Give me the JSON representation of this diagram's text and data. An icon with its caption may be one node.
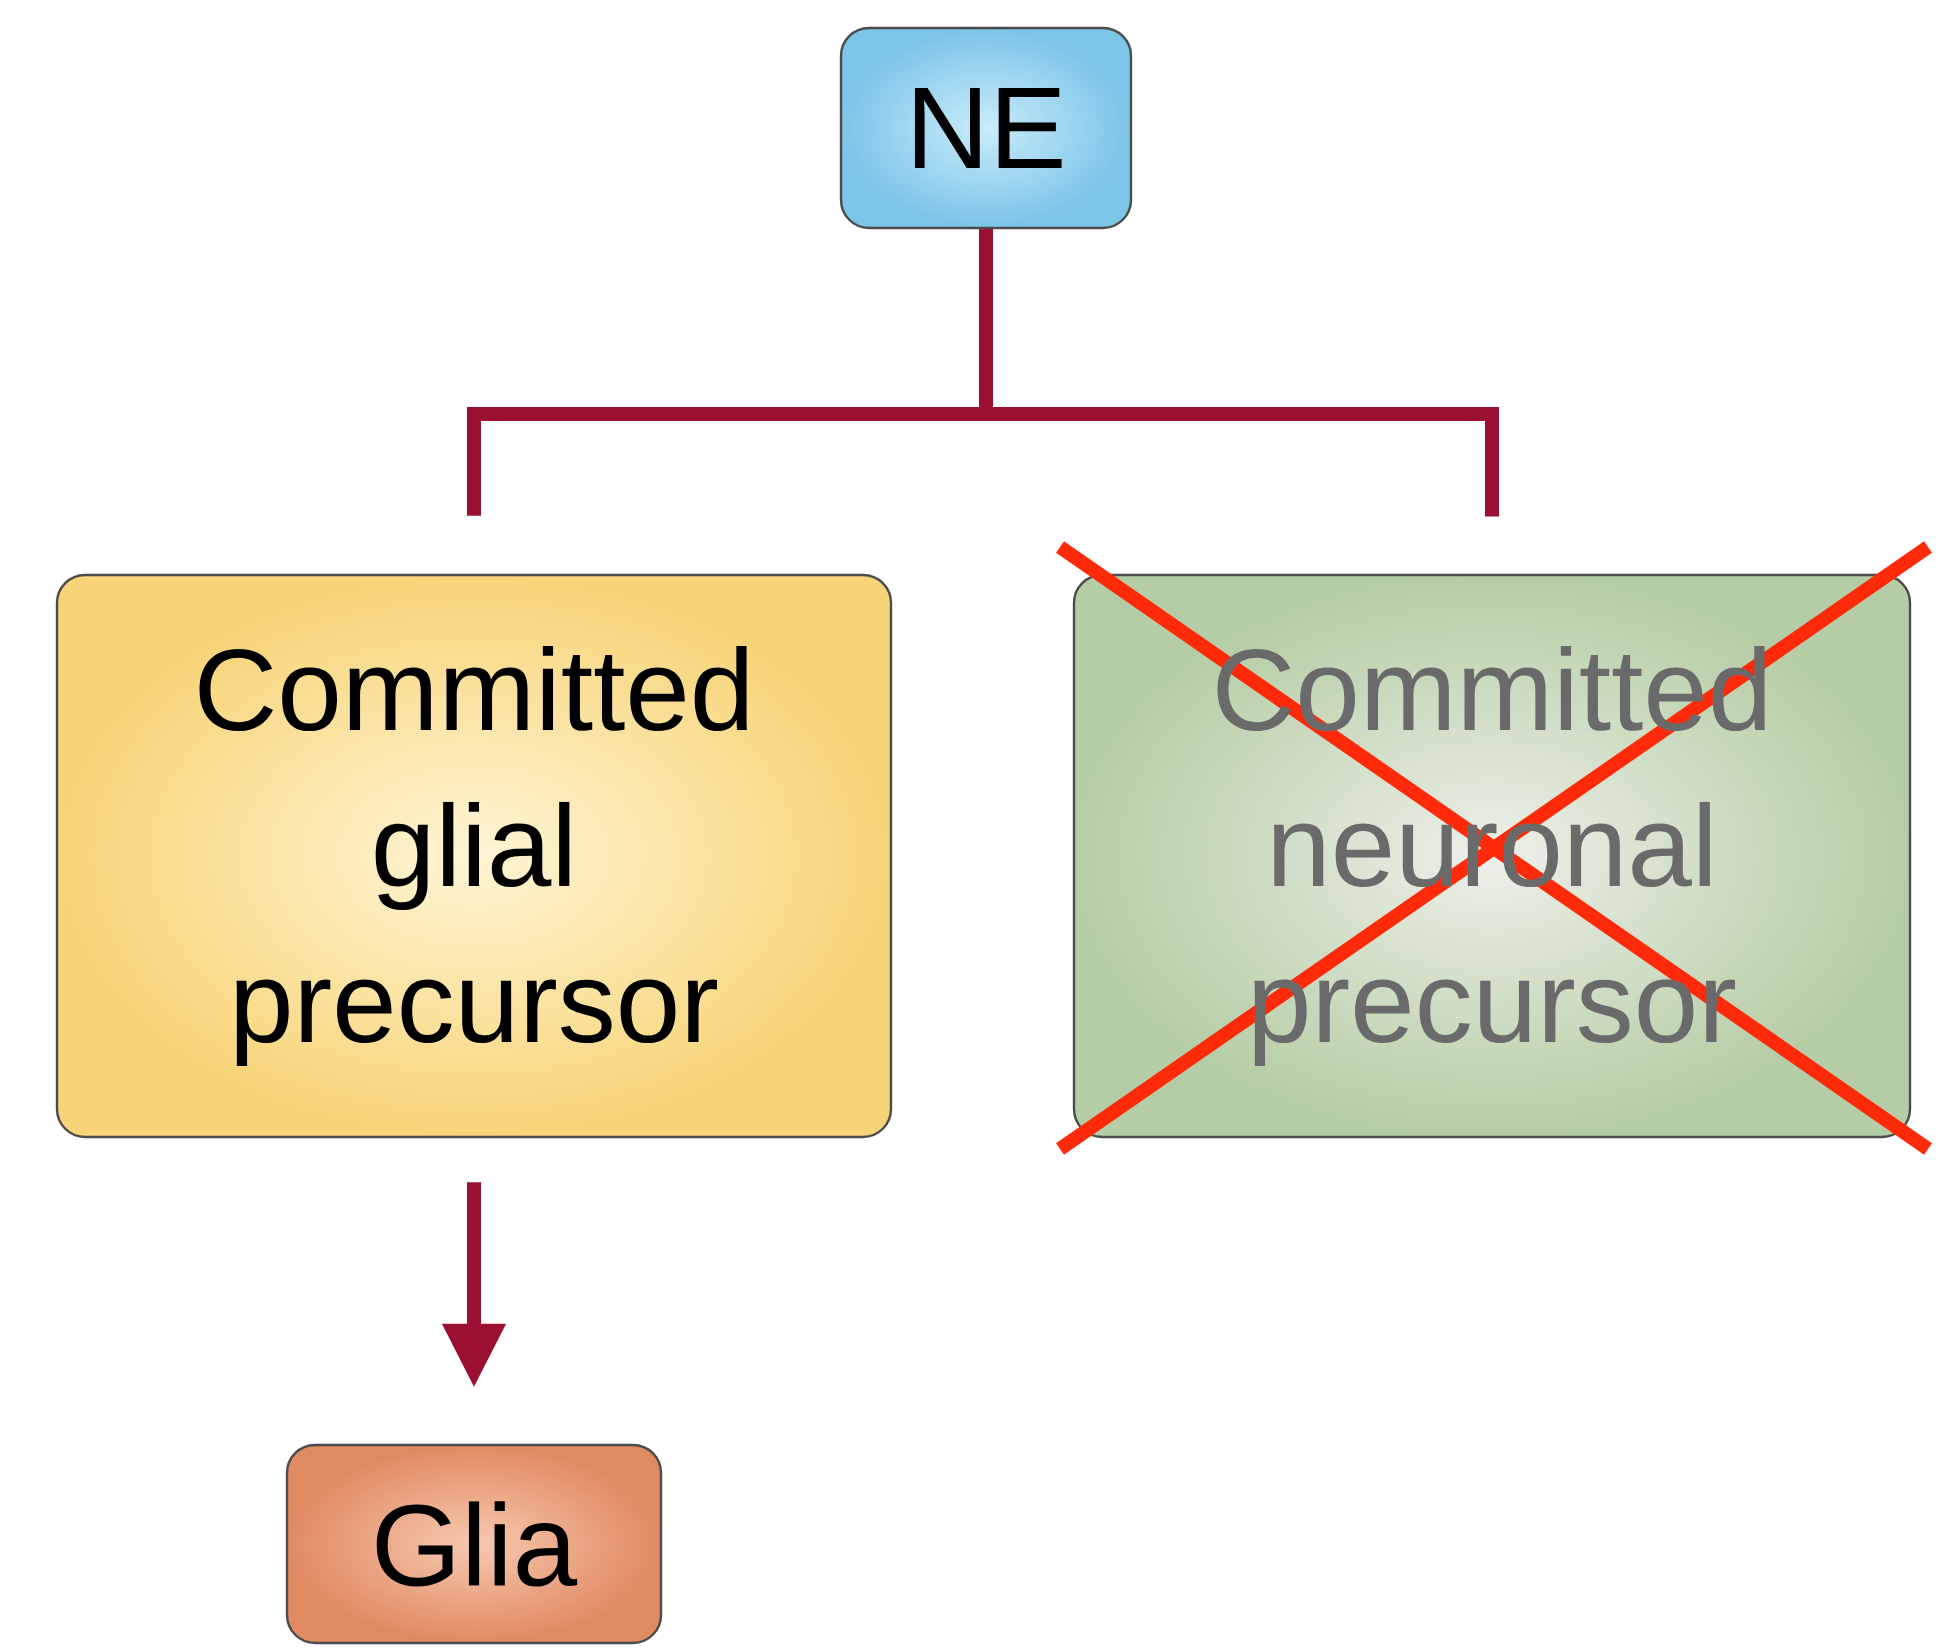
{
  "diagram": {
    "nodes": [
      {
        "text": [
          "NE"
        ]
      },
      {
        "text": [
          "Committed glial precursor"
        ]
      },
      {
        "text": [
          "Committed neuronal precursor"
        ]
      },
      {
        "text": [
          "Glia"
        ]
      }
    ],
    "edges": [
      {
        "from": 0,
        "to": 1,
        "arrow": "none"
      },
      {
        "from": 0,
        "to": 2,
        "arrow": "none"
      },
      {
        "from": 1,
        "to": 3,
        "arrow": "to"
      }
    ]
  }
}
